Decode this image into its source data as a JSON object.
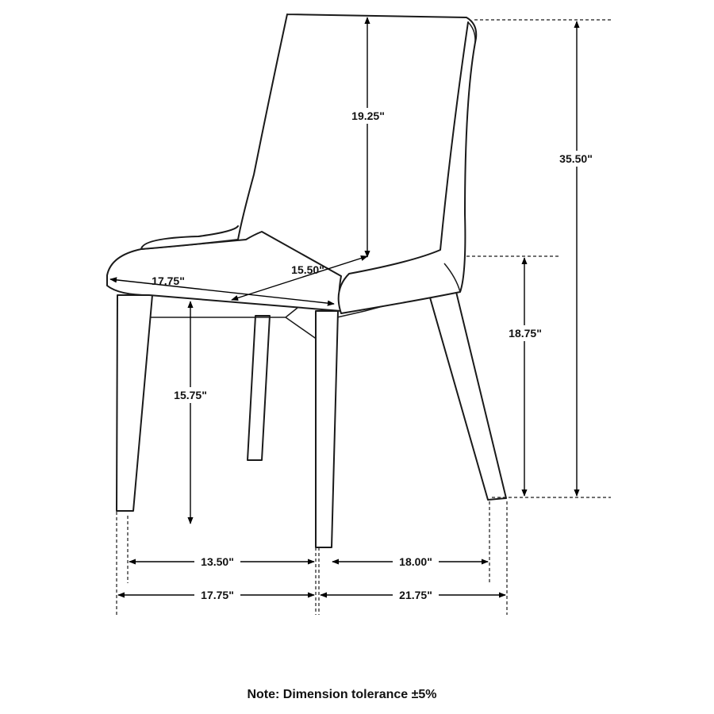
{
  "dimensions": {
    "back_height": "19.25\"",
    "total_height": "35.50\"",
    "seat_depth": "15.50\"",
    "seat_width": "17.75\"",
    "arm_height": "18.75\"",
    "seat_height": "15.75\"",
    "inner_leg_width": "13.50\"",
    "outer_leg_width": "17.75\"",
    "inner_leg_depth": "18.00\"",
    "outer_leg_depth": "21.75\""
  },
  "note": "Note: Dimension tolerance ±5%",
  "colors": {
    "line": "#1a1a1a",
    "background": "#ffffff"
  }
}
